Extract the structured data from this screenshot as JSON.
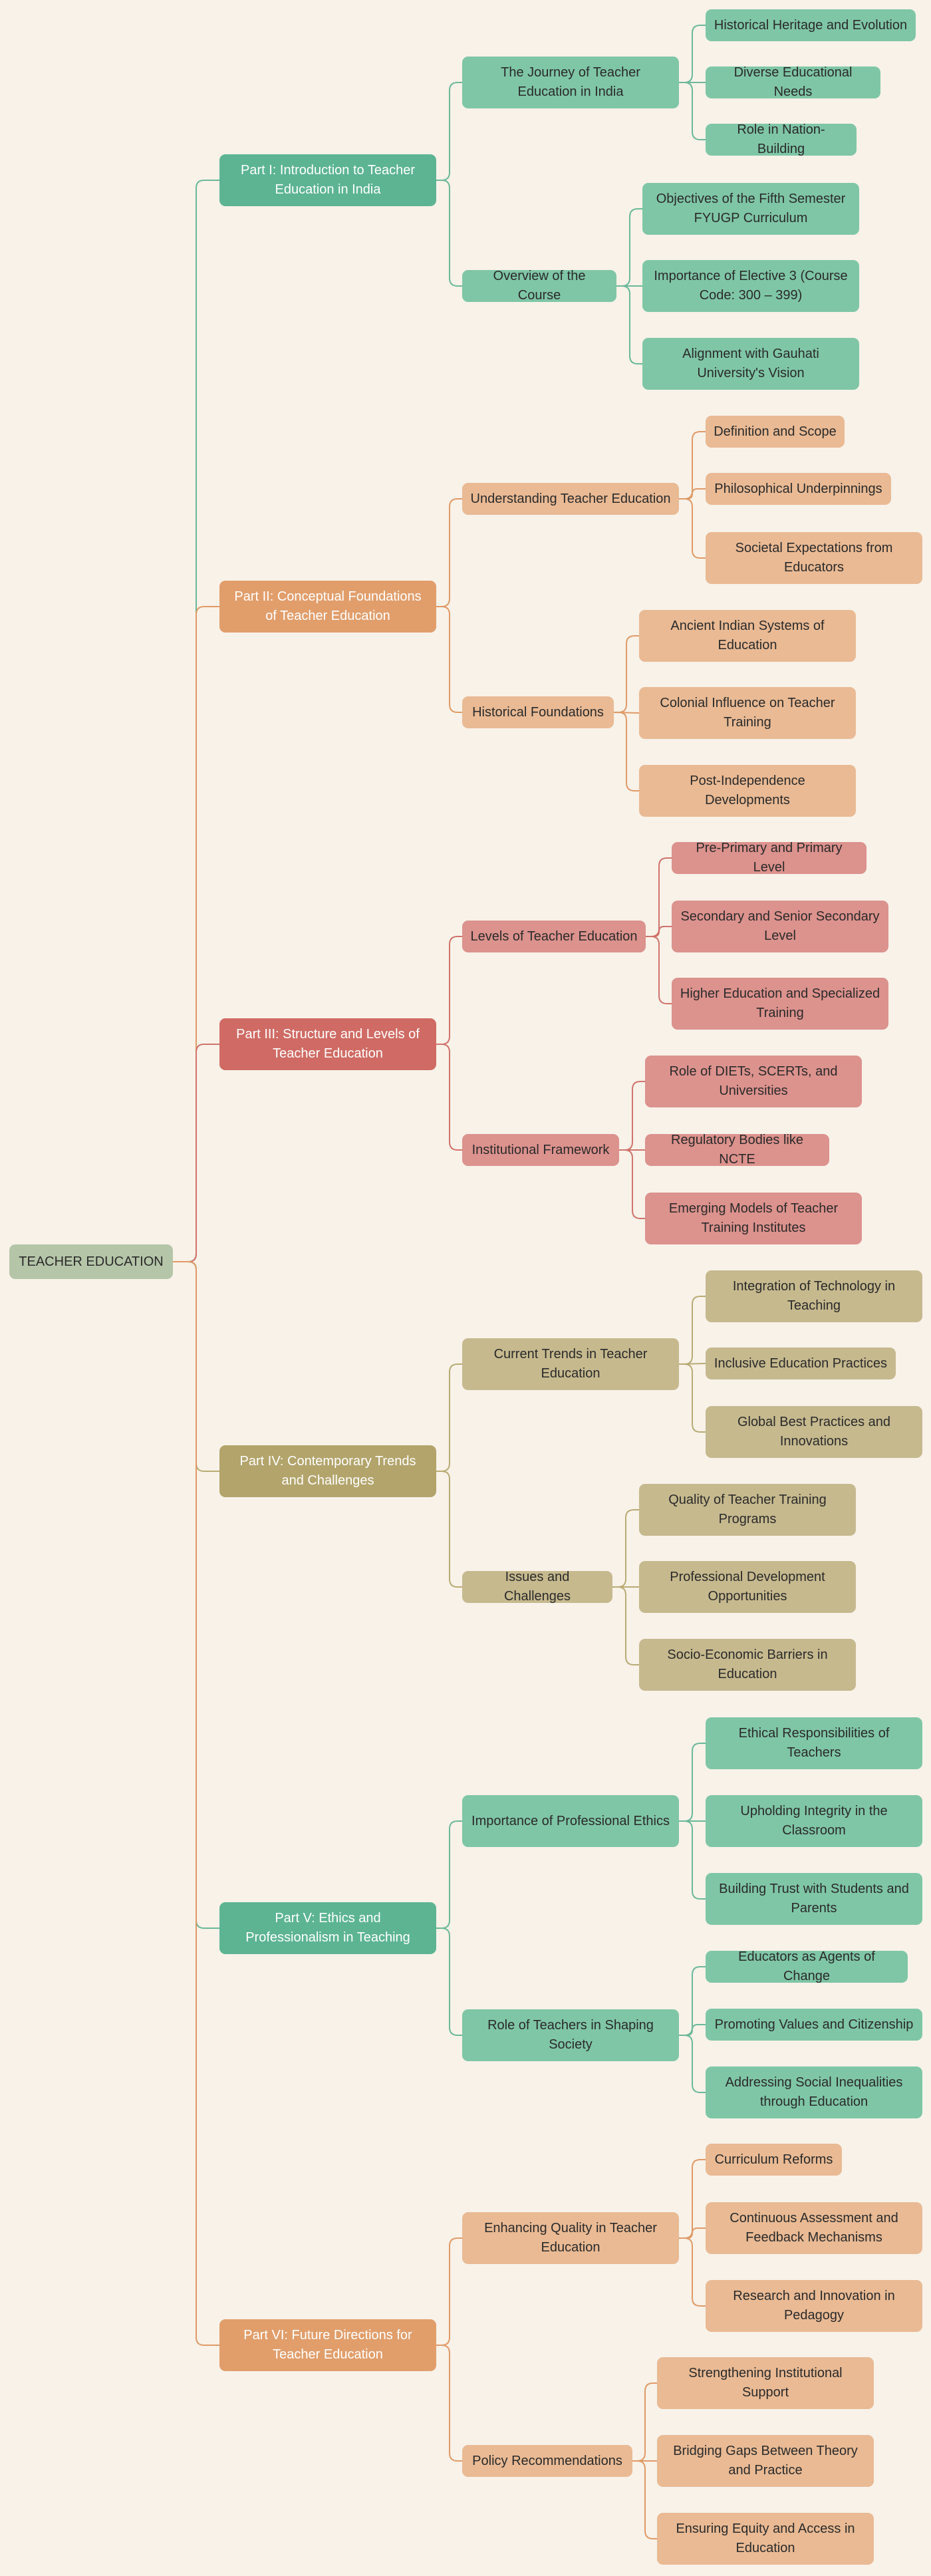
{
  "root": {
    "label": "TEACHER EDUCATION",
    "color": "#b5c5a8"
  },
  "parts": [
    {
      "label": "Part I: Introduction to Teacher Education in India",
      "color": "#5cb493",
      "light": "#7fc6a6",
      "line": "#6ab898",
      "sections": [
        {
          "label": "The Journey of Teacher Education in India",
          "items": [
            "Historical Heritage and Evolution",
            "Diverse Educational Needs",
            "Role in Nation-Building"
          ]
        },
        {
          "label": "Overview of the Course",
          "items": [
            "Objectives of the Fifth Semester FYUGP Curriculum",
            "Importance of Elective 3 (Course Code: 300 – 399)",
            "Alignment with Gauhati University's Vision"
          ]
        }
      ]
    },
    {
      "label": "Part II: Conceptual Foundations of Teacher Education",
      "color": "#e19e6b",
      "light": "#e9ba94",
      "line": "#e09a66",
      "sections": [
        {
          "label": "Understanding Teacher Education",
          "items": [
            "Definition and Scope",
            "Philosophical Underpinnings",
            "Societal Expectations from Educators"
          ]
        },
        {
          "label": "Historical Foundations",
          "items": [
            "Ancient Indian Systems of Education",
            "Colonial Influence on Teacher Training",
            "Post-Independence Developments"
          ]
        }
      ]
    },
    {
      "label": "Part III: Structure and Levels of Teacher Education",
      "color": "#cf6b64",
      "light": "#dc928d",
      "line": "#d0736b",
      "sections": [
        {
          "label": "Levels of Teacher Education",
          "items": [
            "Pre-Primary and Primary Level",
            "Secondary and Senior Secondary Level",
            "Higher Education and Specialized Training"
          ]
        },
        {
          "label": "Institutional Framework",
          "items": [
            "Role of DIETs, SCERTs, and Universities",
            "Regulatory Bodies like NCTE",
            "Emerging Models of Teacher Training Institutes"
          ]
        }
      ]
    },
    {
      "label": "Part IV: Contemporary Trends and Challenges",
      "color": "#b2a46b",
      "light": "#c6b98e",
      "line": "#b9ab74",
      "sections": [
        {
          "label": "Current Trends in Teacher Education",
          "items": [
            "Integration of Technology in Teaching",
            "Inclusive Education Practices",
            "Global Best Practices and Innovations"
          ]
        },
        {
          "label": "Issues and Challenges",
          "items": [
            "Quality of Teacher Training Programs",
            "Professional Development Opportunities",
            "Socio-Economic Barriers in Education"
          ]
        }
      ]
    },
    {
      "label": "Part V: Ethics and Professionalism in Teaching",
      "color": "#5cb493",
      "light": "#7fc6a6",
      "line": "#6ab898",
      "sections": [
        {
          "label": "Importance of Professional Ethics",
          "items": [
            "Ethical Responsibilities of Teachers",
            "Upholding Integrity in the Classroom",
            "Building Trust with Students and Parents"
          ]
        },
        {
          "label": "Role of Teachers in Shaping Society",
          "items": [
            "Educators as Agents of Change",
            "Promoting Values and Citizenship",
            "Addressing Social Inequalities through Education"
          ]
        }
      ]
    },
    {
      "label": "Part VI: Future Directions for Teacher Education",
      "color": "#e19e6b",
      "light": "#e9ba94",
      "line": "#e09a66",
      "sections": [
        {
          "label": "Enhancing Quality in Teacher Education",
          "items": [
            "Curriculum Reforms",
            "Continuous Assessment and Feedback Mechanisms",
            "Research and Innovation in Pedagogy"
          ]
        },
        {
          "label": "Policy Recommendations",
          "items": [
            "Strengthening Institutional Support",
            "Bridging Gaps Between Theory and Practice",
            "Ensuring Equity and Access in Education"
          ]
        }
      ]
    }
  ]
}
